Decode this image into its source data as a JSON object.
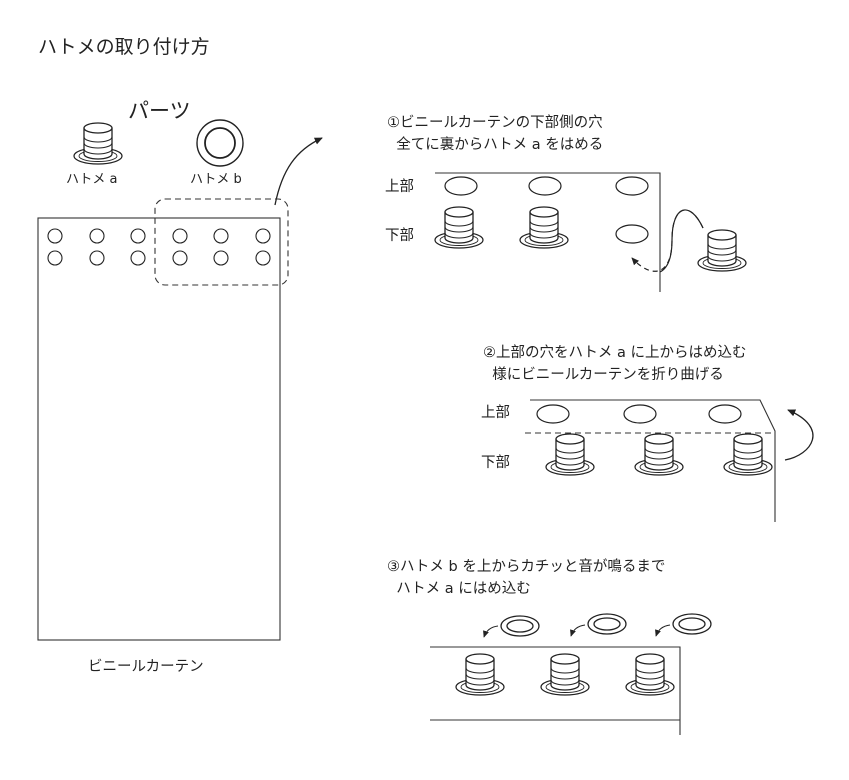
{
  "title": "ハトメの取り付け方",
  "parts": {
    "heading": "パーツ",
    "grommet_a": "ハトメ a",
    "grommet_b": "ハトメ b"
  },
  "curtain": {
    "label": "ビニールカーテン"
  },
  "step1": {
    "line1": "①ビニールカーテンの下部側の穴",
    "line2": "  全てに裏からハトメ a をはめる",
    "upper": "上部",
    "lower": "下部"
  },
  "step2": {
    "line1": "②上部の穴をハトメ a に上からはめ込む",
    "line2": "  様にビニールカーテンを折り曲げる",
    "upper": "上部",
    "lower": "下部"
  },
  "step3": {
    "line1": "③ハトメ b を上からカチッと音が鳴るまで",
    "line2": "  ハトメ a にはめ込む"
  }
}
